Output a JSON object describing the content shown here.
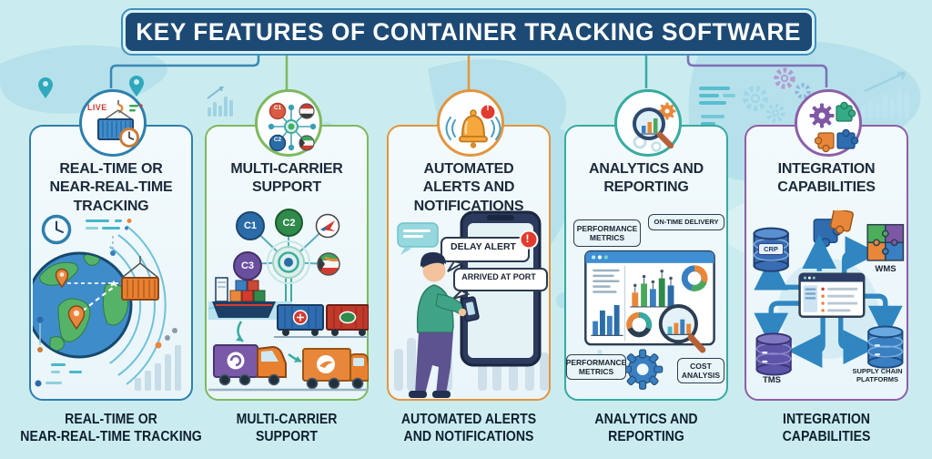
{
  "banner": {
    "title": "KEY FEATURES OF CONTAINER TRACKING SOFTWARE"
  },
  "accent_colors": {
    "blue": "#2e7fad",
    "green": "#7cb95e",
    "orange": "#e2953f",
    "teal": "#36aba1",
    "purple": "#8d5fa8",
    "banner_bg": "#1d4a74"
  },
  "panels": [
    {
      "icon": "live-container-crane-icon",
      "title": "REAL-TIME OR\nNEAR-REAL-TIME\nTRACKING",
      "caption": "REAL-TIME OR\nNEAR-REAL-TIME TRACKING",
      "labels": {
        "live": "LIVE"
      }
    },
    {
      "icon": "carrier-network-icon",
      "title": "MULTI-CARRIER\nSUPPORT",
      "caption": "MULTI-CARRIER\nSUPPORT",
      "labels": {
        "c1": "C1",
        "c2": "C2",
        "c3": "C3"
      }
    },
    {
      "icon": "alert-bell-icon",
      "title": "AUTOMATED\nALERTS AND\nNOTIFICATIONS",
      "caption": "AUTOMATED ALERTS\nAND NOTIFICATIONS",
      "labels": {
        "delay_alert": "DELAY ALERT",
        "arrived_at_port": "ARRIVED AT PORT",
        "badge": "!"
      }
    },
    {
      "icon": "analytics-magnifier-icon",
      "title": "ANALYTICS AND\nREPORTING",
      "caption": "ANALYTICS AND\nREPORTING",
      "labels": {
        "performance_metrics_top": "PERFORMANCE\nMETRICS",
        "on_time_delivery": "ON-TIME DELIVERY",
        "performance_metrics_bottom": "PERFORMANCE\nMETRICS",
        "cost_analysis": "COST\nANALYSIS"
      }
    },
    {
      "icon": "integration-puzzle-icon",
      "title": "INTEGRATION\nCAPABILITIES",
      "caption": "INTEGRATION\nCAPABILITIES",
      "labels": {
        "erp": "CRP",
        "wms": "WMS",
        "tms": "TMS",
        "supply_chain": "SUPPLY CHAIN\nPLATFORMS"
      }
    }
  ]
}
